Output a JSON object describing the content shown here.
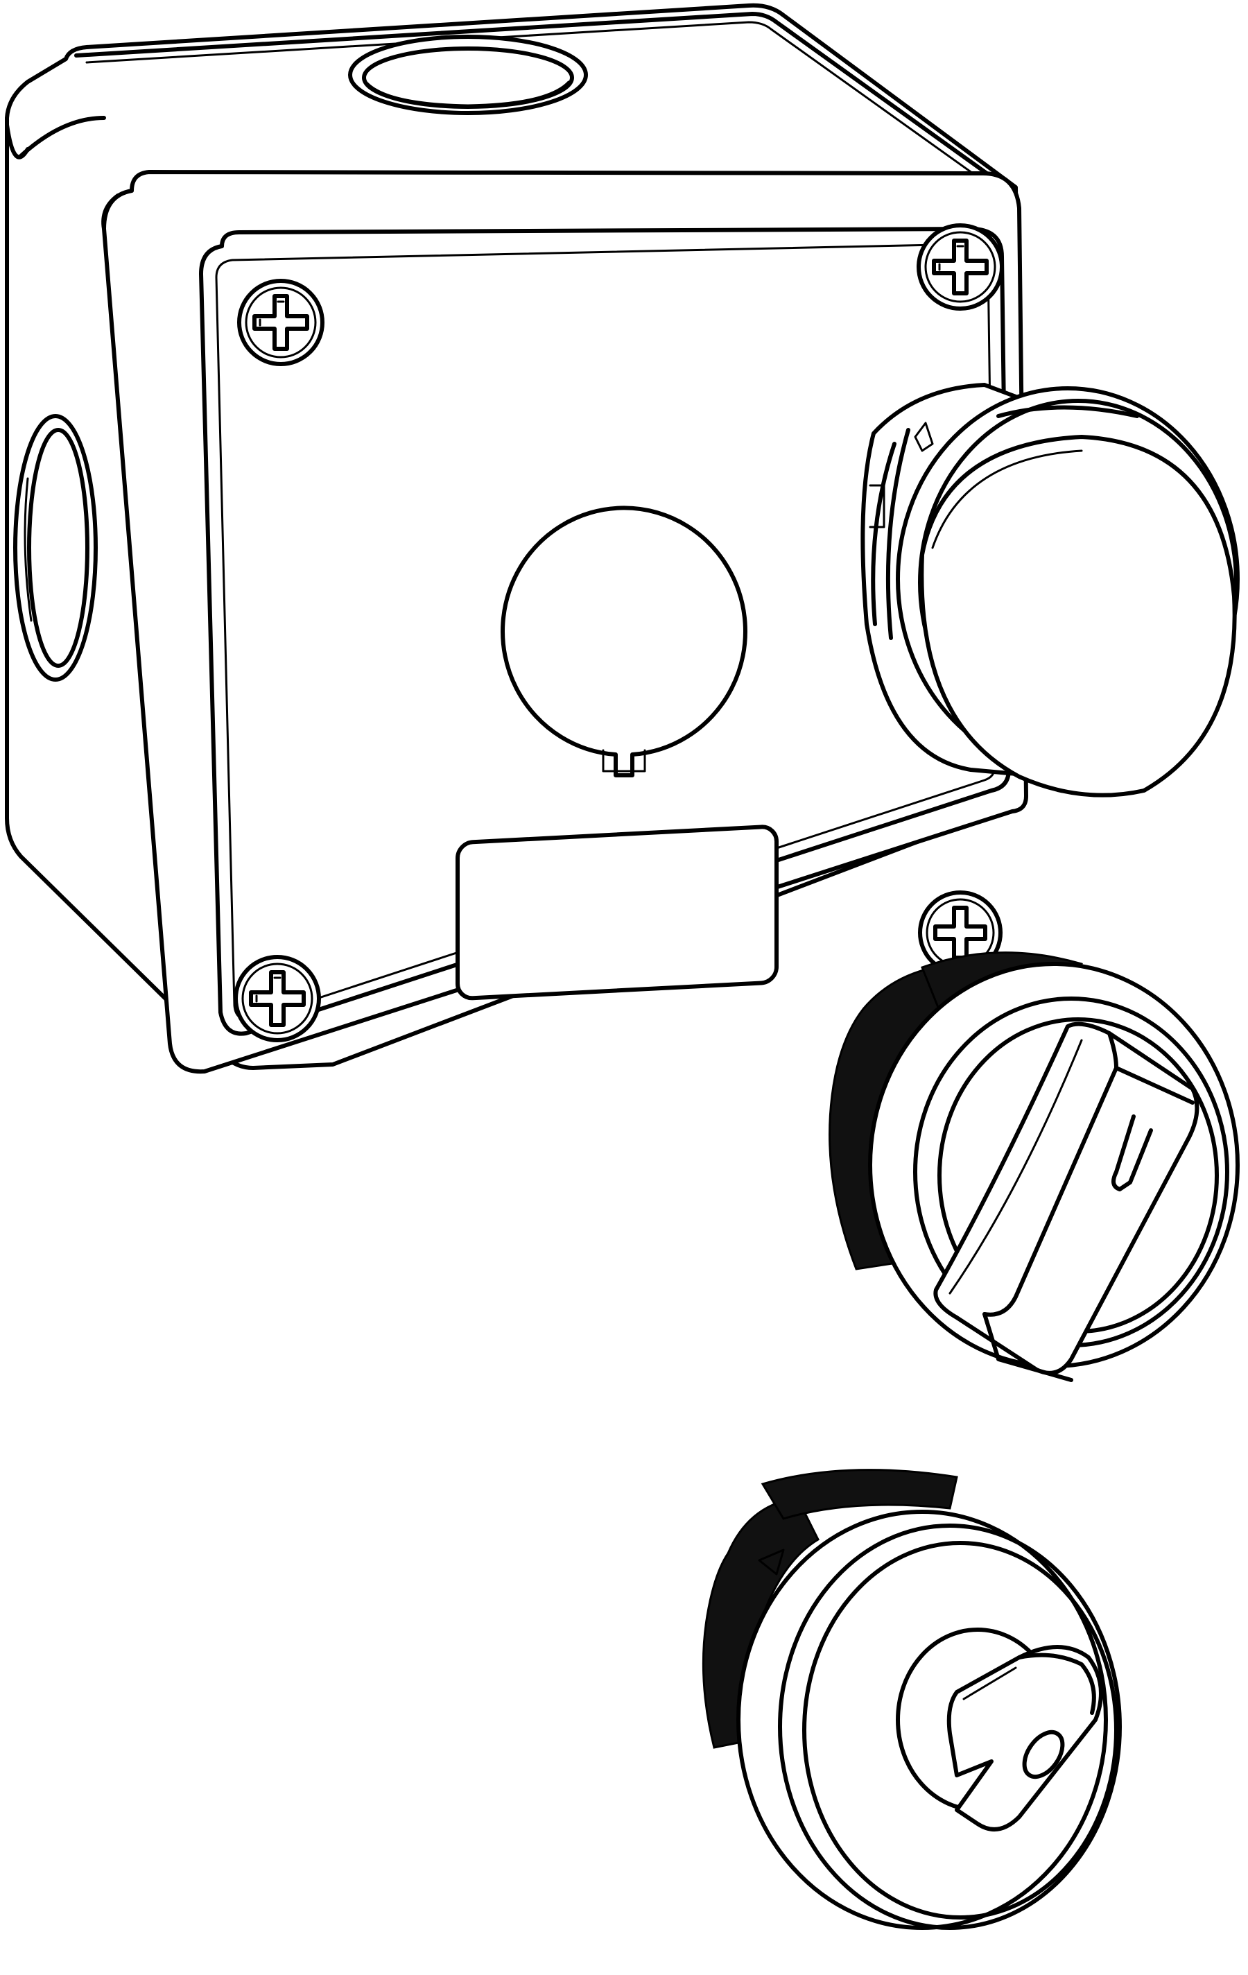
{
  "drawing": {
    "style": "black line art on white background",
    "stroke_color": "#000000",
    "background_color": "#ffffff",
    "parts": [
      {
        "name": "enclosure-box",
        "icon": "junction-box"
      },
      {
        "name": "mushroom-push-button",
        "icon": "mushroom-head"
      },
      {
        "name": "selector-switch",
        "icon": "rotary-selector"
      },
      {
        "name": "key-switch",
        "icon": "key-lock"
      }
    ]
  }
}
